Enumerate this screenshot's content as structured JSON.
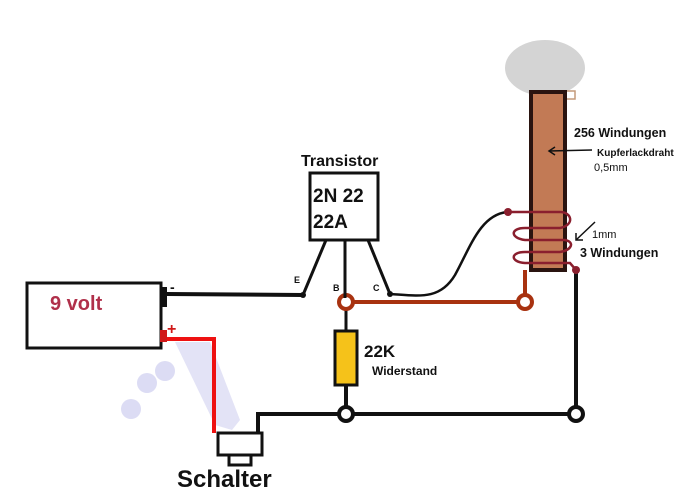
{
  "diagram": {
    "type": "circuit-schematic",
    "colors": {
      "wire": "#111111",
      "positive_wire": "#ee1111",
      "base_wire": "#a83210",
      "coil_wire": "#8a1f2e",
      "rod_fill": "#c27a55",
      "cap_fill": "#d4d4d4",
      "resistor_fill": "#f5c21a",
      "battery_label": "#b0304a",
      "watermark": "#dcdcf4"
    },
    "battery": {
      "label": "9 volt",
      "neg_terminal": "-",
      "pos_terminal": "+"
    },
    "transistor": {
      "title": "Transistor",
      "part_line1": "2N 22",
      "part_line2": "22A",
      "pins": {
        "emitter": "E",
        "base": "B",
        "collector": "C"
      }
    },
    "resistor": {
      "value": "22K",
      "name": "Widerstand"
    },
    "switch": {
      "label": "Schalter"
    },
    "coil": {
      "primary_turns": "256 Windungen",
      "primary_wire": "Kupferlackdraht",
      "primary_gauge": "0,5mm",
      "secondary_gauge": "1mm",
      "secondary_turns": "3 Windungen"
    }
  }
}
